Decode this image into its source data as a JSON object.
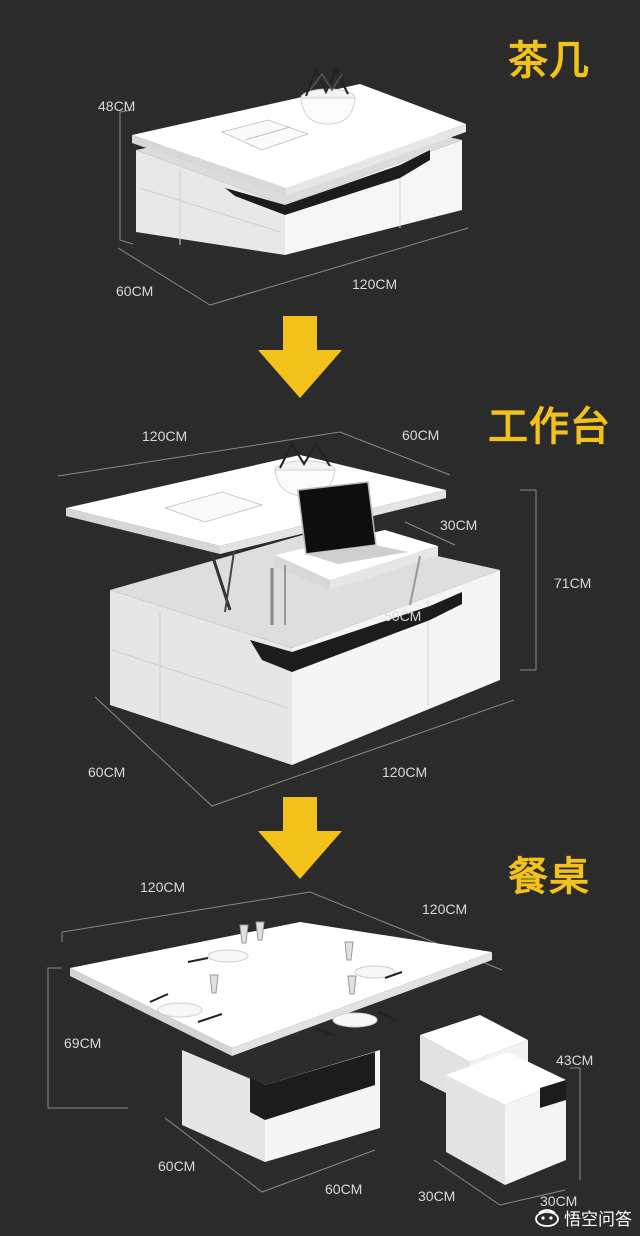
{
  "sections": [
    {
      "title": "茶几"
    },
    {
      "title": "工作台"
    },
    {
      "title": "餐桌"
    }
  ],
  "dims": {
    "s1_height": "48CM",
    "s1_depth": "60CM",
    "s1_width": "120CM",
    "s2_top_width": "120CM",
    "s2_top_depth": "60CM",
    "s2_shelf_depth": "30CM",
    "s2_shelf_width": "50CM",
    "s2_height": "71CM",
    "s2_base_depth": "60CM",
    "s2_base_width": "120CM",
    "s3_top_width": "120CM",
    "s3_top_depth": "120CM",
    "s3_height": "69CM",
    "s3_base_depth": "60CM",
    "s3_base_width": "60CM",
    "s3_stool_height": "43CM",
    "s3_stool_depth": "30CM",
    "s3_stool_width": "30CM"
  },
  "watermark": {
    "text": "悟空问答",
    "icon": "wukong-logo-icon"
  },
  "colors": {
    "background": "#2b2b2b",
    "accent": "#f2c21b",
    "furniture": "#f4f4f4",
    "glass": "#1c1c1c"
  }
}
